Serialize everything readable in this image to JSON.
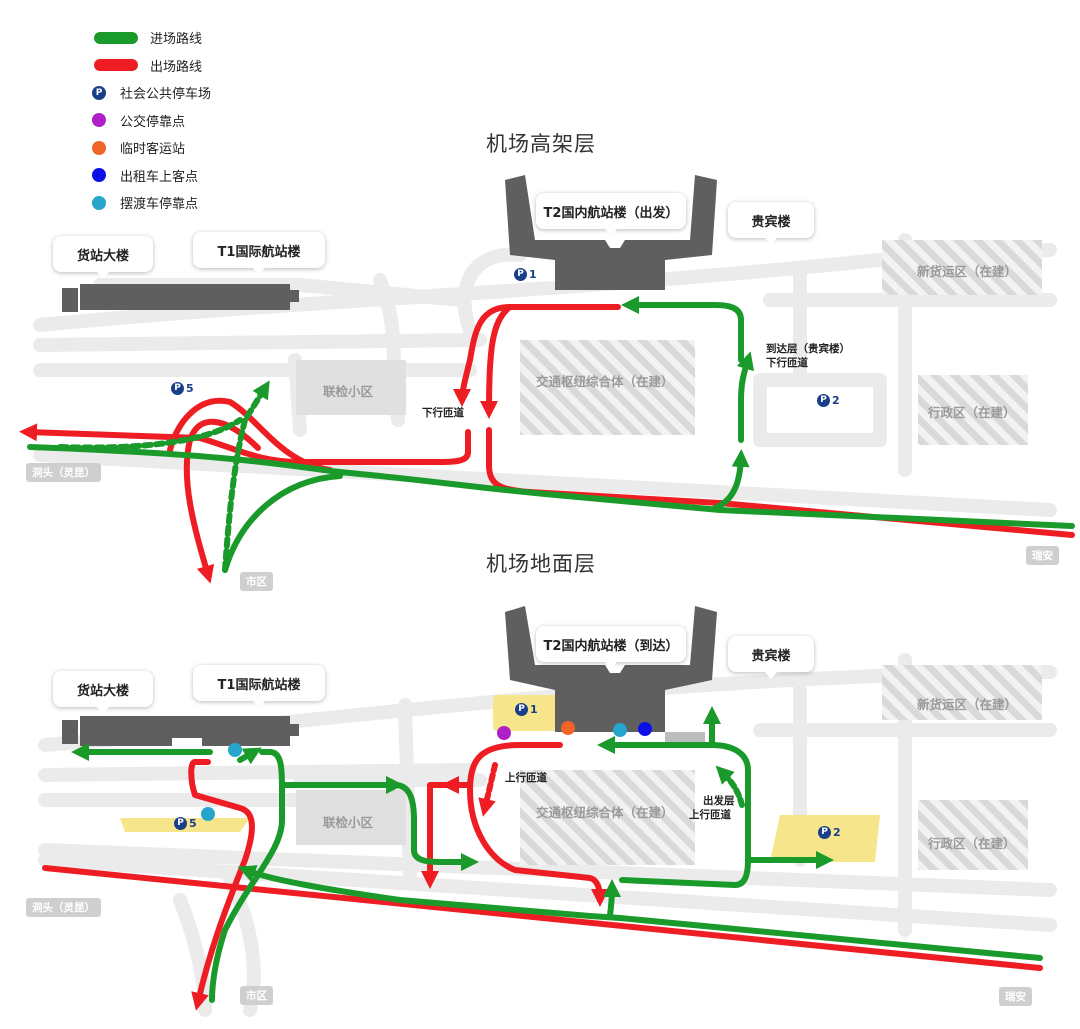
{
  "legend": [
    {
      "label": "进场路线",
      "kind": "line",
      "color": "#1a9a2a"
    },
    {
      "label": "出场路线",
      "kind": "line",
      "color": "#ee1d23"
    },
    {
      "label": "社会公共停车场",
      "kind": "parking",
      "color": "#1a3f8a"
    },
    {
      "label": "公交停靠点",
      "kind": "dot",
      "color": "#b020c8"
    },
    {
      "label": "临时客运站",
      "kind": "dot",
      "color": "#f06428"
    },
    {
      "label": "出租车上客点",
      "kind": "dot",
      "color": "#0a10e6"
    },
    {
      "label": "摆渡车停靠点",
      "kind": "dot",
      "color": "#26a6cc"
    }
  ],
  "parking_icon_letter": "P",
  "elevated": {
    "title": "机场高架层",
    "t2_label": "T2国内航站楼（出发）",
    "vip_label": "贵宾楼",
    "cargo_label": "货站大楼",
    "t1_label": "T1国际航站楼",
    "new_cargo_zone": "新货运区（在建）",
    "admin_zone": "行政区（在建）",
    "hub_zone": "交通枢纽综合体（在建）",
    "inspection_zone": "联检小区",
    "ramp_down": "下行匝道",
    "ramp_arrival_1": "到达层（贵宾楼）",
    "ramp_arrival_2": "下行匝道",
    "p1": "1",
    "p2": "2",
    "p5": "5",
    "dest_west": "洞头（灵昆）",
    "dest_city": "市区",
    "dest_east": "瑞安"
  },
  "ground": {
    "title": "机场地面层",
    "t2_label": "T2国内航站楼（到达）",
    "vip_label": "贵宾楼",
    "cargo_label": "货站大楼",
    "t1_label": "T1国际航站楼",
    "new_cargo_zone": "新货运区（在建）",
    "admin_zone": "行政区（在建）",
    "hub_zone": "交通枢纽综合体（在建）",
    "inspection_zone": "联检小区",
    "ramp_up": "上行匝道",
    "ramp_depart_1": "出发层",
    "ramp_depart_2": "上行匝道",
    "p1": "1",
    "p2": "2",
    "p5": "5",
    "dest_west": "洞头（灵昆）",
    "dest_city": "市区",
    "dest_east": "瑞安"
  }
}
